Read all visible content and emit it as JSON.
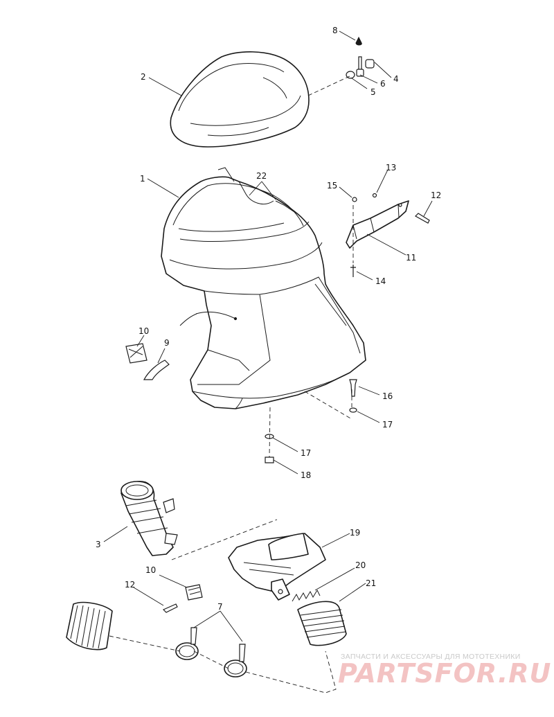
{
  "callouts": [
    {
      "label": "8"
    },
    {
      "label": "2"
    },
    {
      "label": "4"
    },
    {
      "label": "6"
    },
    {
      "label": "5"
    },
    {
      "label": "1"
    },
    {
      "label": "22"
    },
    {
      "label": "13"
    },
    {
      "label": "15"
    },
    {
      "label": "12"
    },
    {
      "label": "11"
    },
    {
      "label": "14"
    },
    {
      "label": "10"
    },
    {
      "label": "9"
    },
    {
      "label": "16"
    },
    {
      "label": "17"
    },
    {
      "label": "17"
    },
    {
      "label": "18"
    },
    {
      "label": "19"
    },
    {
      "label": "3"
    },
    {
      "label": "20"
    },
    {
      "label": "10"
    },
    {
      "label": "21"
    },
    {
      "label": "12"
    },
    {
      "label": "7"
    }
  ],
  "watermark": {
    "tagline": "ЗАПЧАСТИ И АКСЕССУАРЫ ДЛЯ МОТОТЕХНИКИ",
    "logo_text": "PARTSFOR.RU"
  },
  "colors": {
    "line": "#1a1a1a",
    "watermark_logo": "#f3c3c3",
    "watermark_text": "#c9c9c9"
  }
}
